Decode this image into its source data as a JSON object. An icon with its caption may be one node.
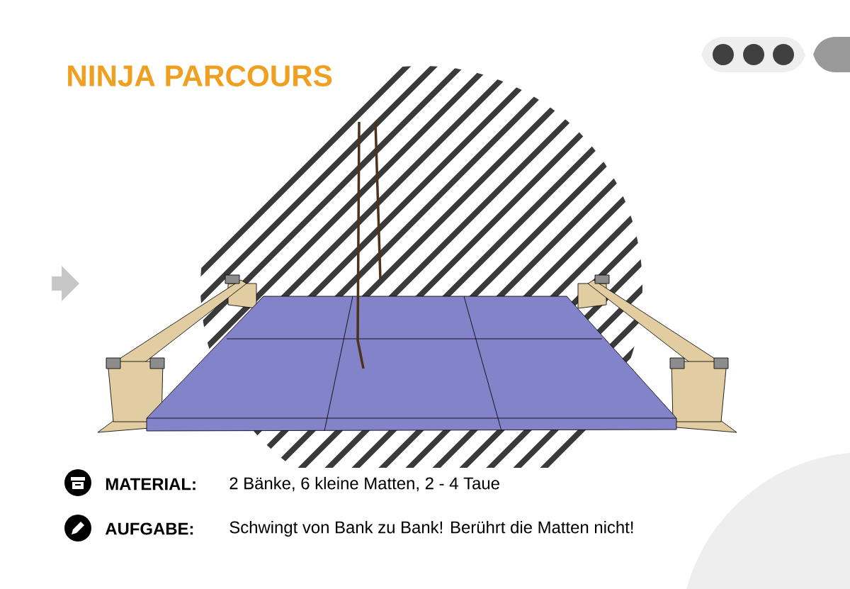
{
  "diagram": {
    "title": "NINJA PARCOURS",
    "labels": [
      "MATERIAL:",
      "2 Bänke, 6 kleine Matten, 2 - 4 Taue",
      "AUFGABE:",
      "Schwingt von Bank zu Bank! Berührt die Matten nicht!"
    ]
  }
}
